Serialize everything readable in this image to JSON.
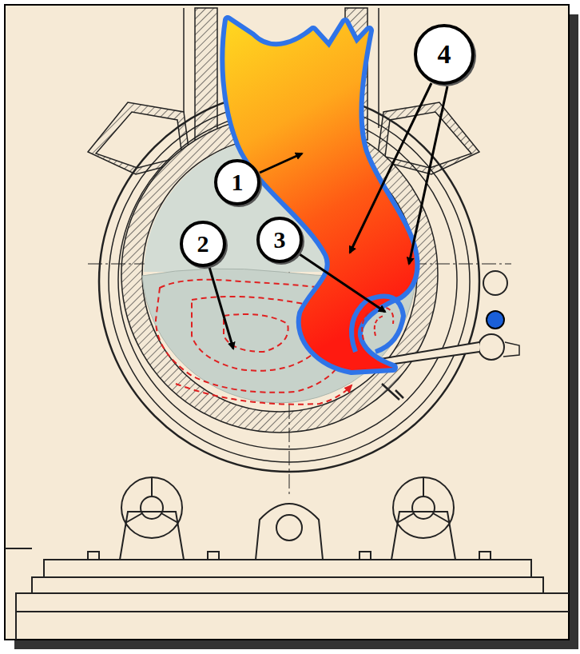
{
  "diagram": {
    "nodes": [
      {
        "text": [
          "4"
        ]
      },
      {
        "text": [
          "1"
        ]
      },
      {
        "text": [
          "2"
        ]
      },
      {
        "text": [
          "3"
        ]
      }
    ]
  }
}
